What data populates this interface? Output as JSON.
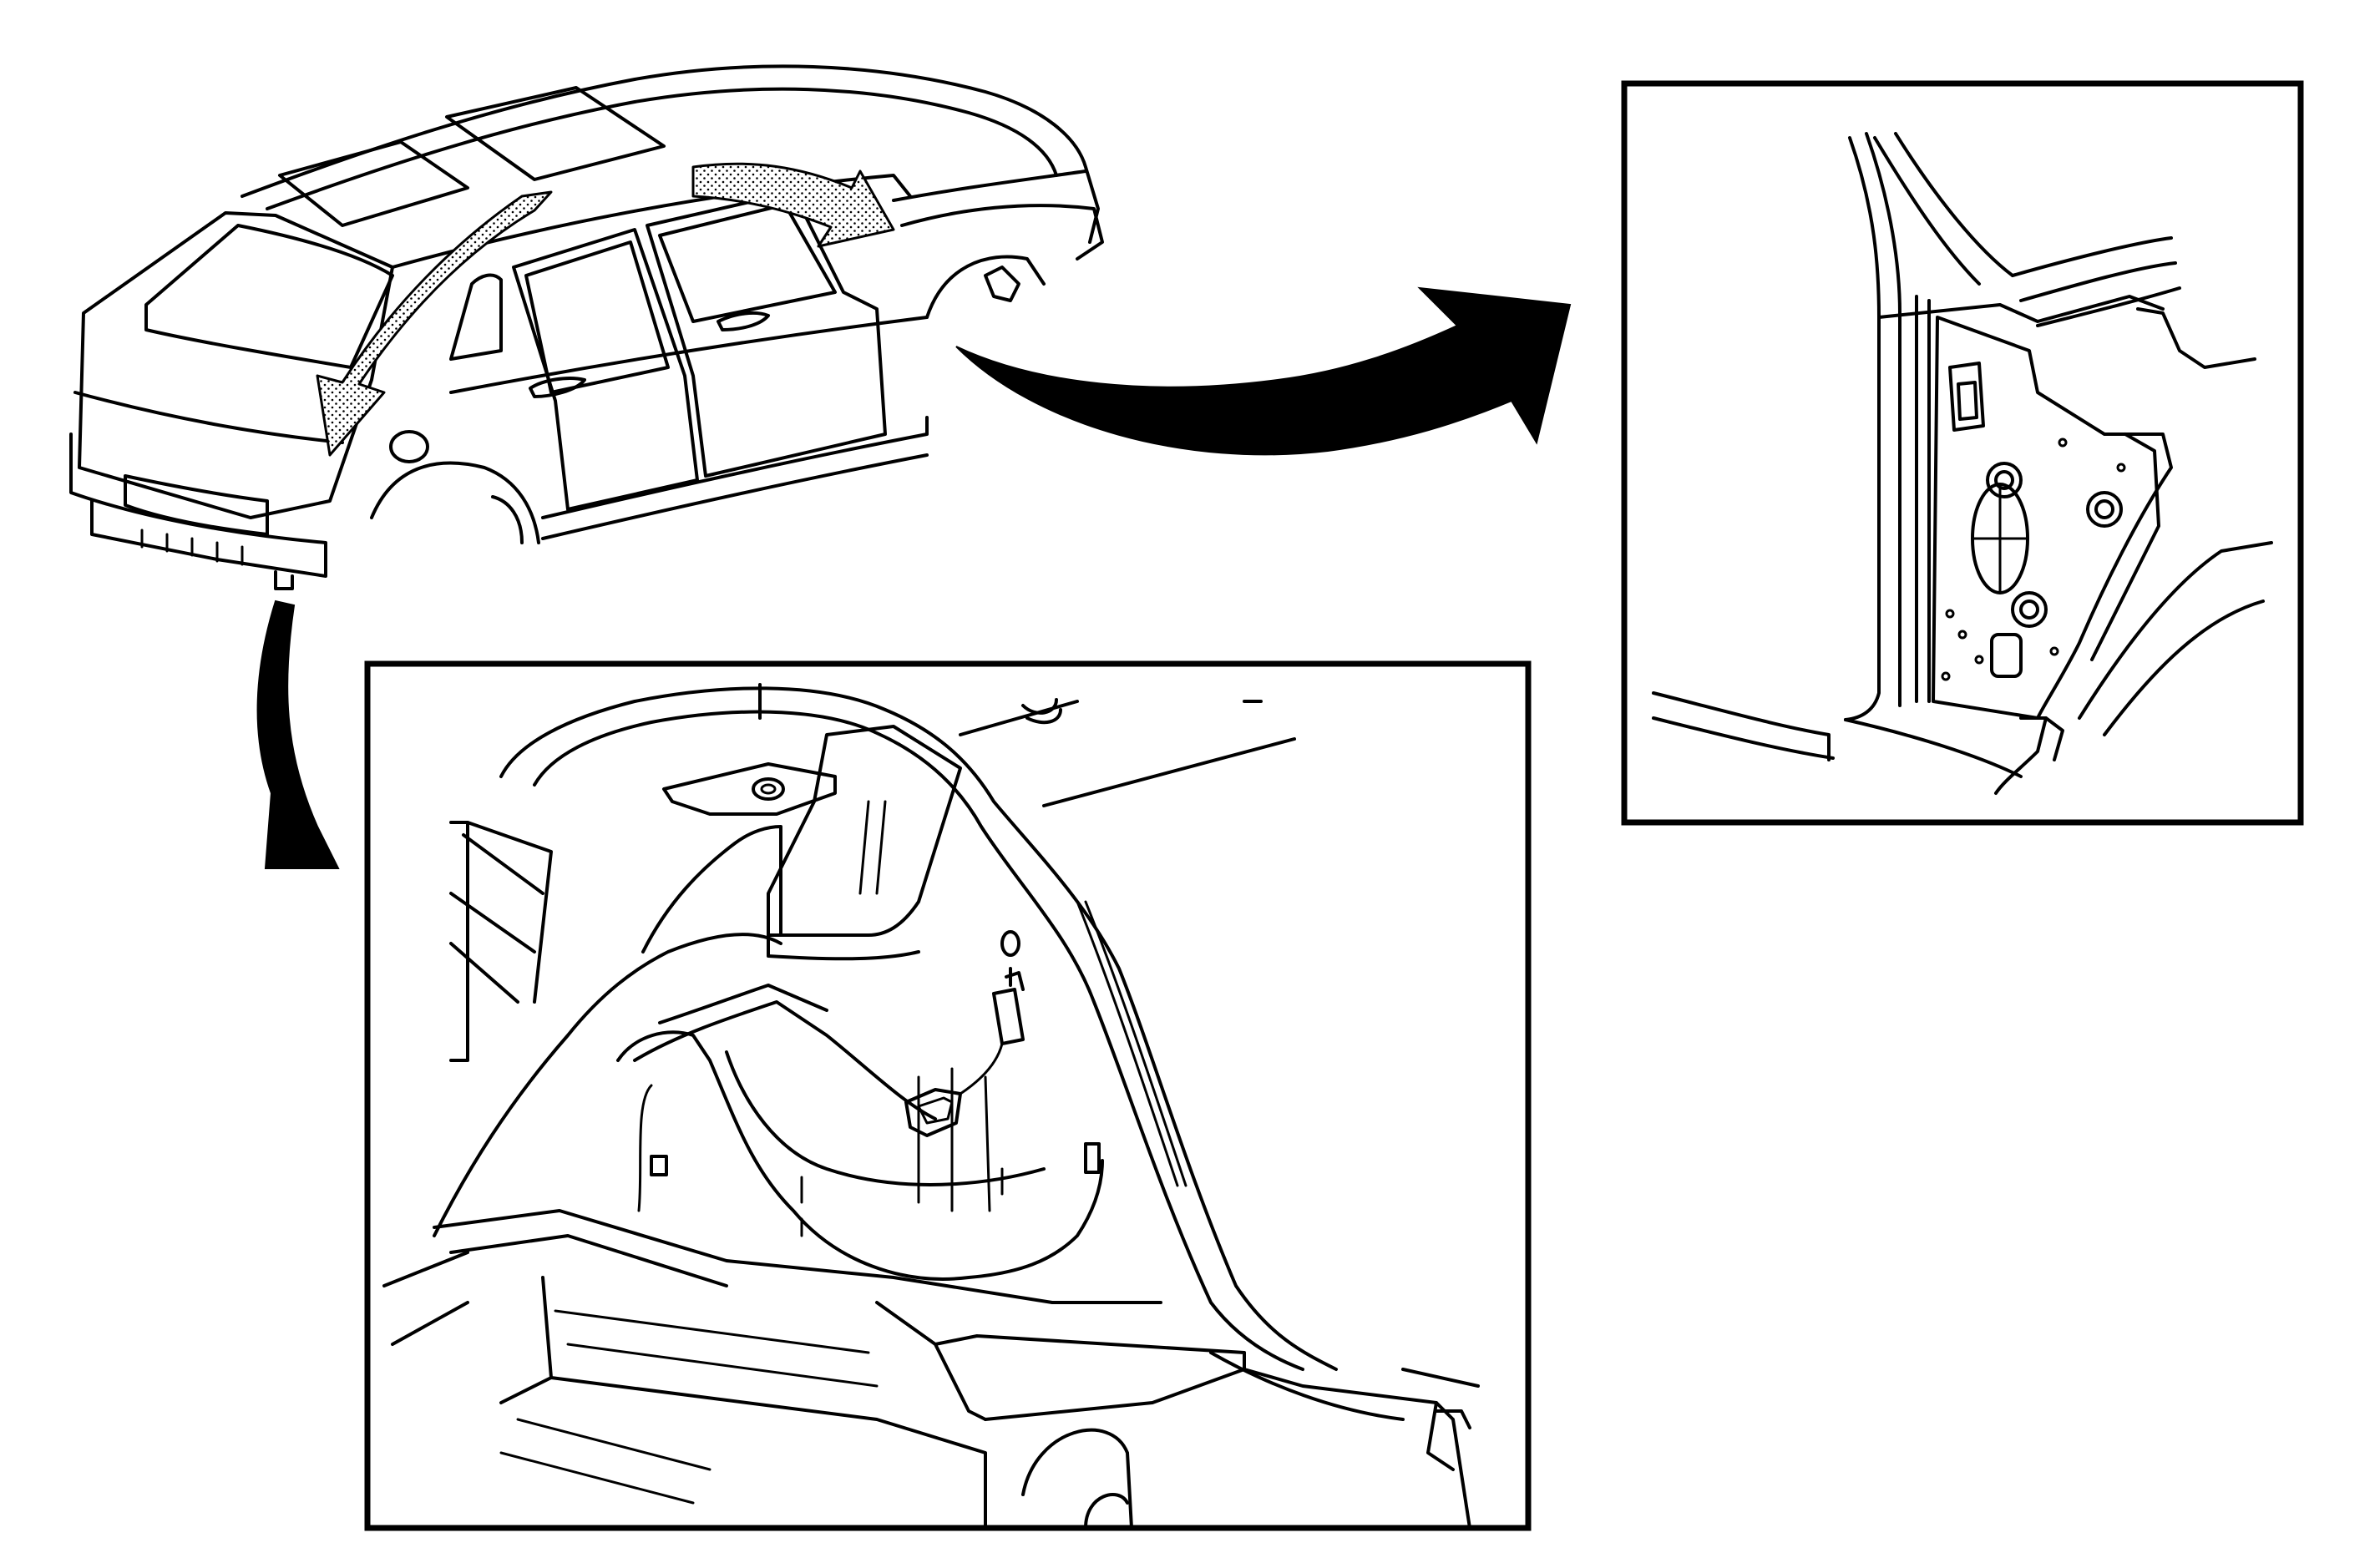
{
  "figure": {
    "views": [
      {
        "name": "vehicle-body-overview"
      },
      {
        "name": "inset-rear-compartment-detail"
      },
      {
        "name": "inset-body-pillar-detail"
      }
    ],
    "colors": {
      "line": "#000000",
      "background": "#ffffff",
      "stipple": "#000000"
    }
  }
}
